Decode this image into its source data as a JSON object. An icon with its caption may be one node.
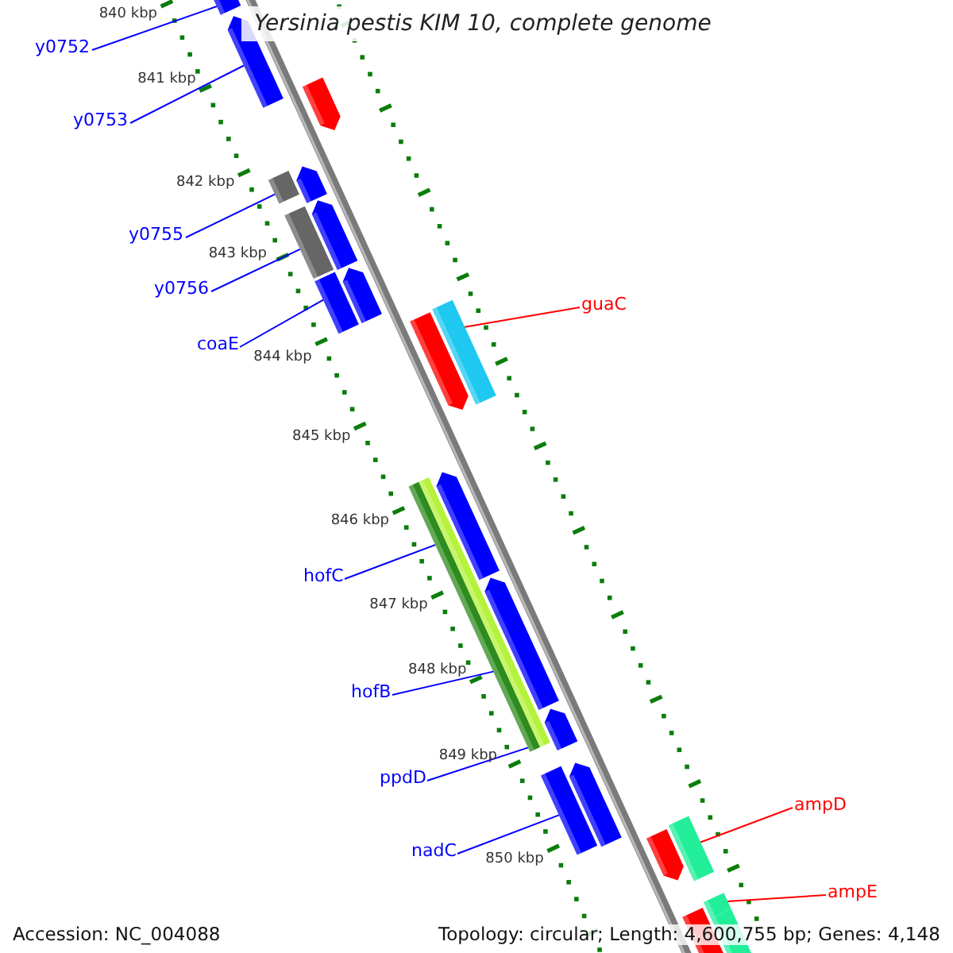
{
  "diagram": {
    "title": "Yersinia pestis KIM 10, complete genome",
    "nodes": [
      {
        "text": [
          "y0752"
        ]
      },
      {
        "text": [
          "y0753"
        ]
      },
      {
        "text": [
          "y0755"
        ]
      },
      {
        "text": [
          "y0756"
        ]
      },
      {
        "text": [
          "coaE"
        ]
      },
      {
        "text": [
          "guaC"
        ]
      },
      {
        "text": [
          "hofC"
        ]
      },
      {
        "text": [
          "hofB"
        ]
      },
      {
        "text": [
          "ppdD"
        ]
      },
      {
        "text": [
          "nadC"
        ]
      },
      {
        "text": [
          "ampD"
        ]
      },
      {
        "text": [
          "ampE"
        ]
      },
      {
        "text": [],
        "shape": "bar"
      },
      {
        "text": [],
        "shape": "bar"
      },
      {
        "text": [],
        "shape": "bar"
      },
      {
        "text": [],
        "shape": "bar"
      },
      {
        "text": [],
        "shape": "bar"
      },
      {
        "text": [],
        "shape": "bar"
      },
      {
        "text": [],
        "shape": "bar"
      },
      {
        "text": [],
        "shape": "bar"
      },
      {
        "text": [],
        "shape": "bar"
      },
      {
        "text": [],
        "shape": "bar"
      }
    ],
    "edges": [
      {
        "from": 0,
        "to": 12,
        "arrow": "none"
      },
      {
        "from": 1,
        "to": 13,
        "arrow": "none"
      },
      {
        "from": 2,
        "to": 14,
        "arrow": "none"
      },
      {
        "from": 3,
        "to": 15,
        "arrow": "none"
      },
      {
        "from": 4,
        "to": 16,
        "arrow": "none"
      },
      {
        "from": 5,
        "to": 17,
        "arrow": "none",
        "color": "#ff0000"
      },
      {
        "from": 6,
        "to": 18,
        "arrow": "none"
      },
      {
        "from": 7,
        "to": 18,
        "arrow": "none"
      },
      {
        "from": 8,
        "to": 18,
        "arrow": "none"
      },
      {
        "from": 9,
        "to": 19,
        "arrow": "none"
      },
      {
        "from": 10,
        "to": 20,
        "arrow": "none",
        "color": "#ff0000"
      },
      {
        "from": 11,
        "to": 21,
        "arrow": "none",
        "color": "#ff0000"
      }
    ],
    "labels": [
      "840 kbp",
      "841 kbp",
      "842 kbp",
      "843 kbp",
      "844 kbp",
      "845 kbp",
      "846 kbp",
      "847 kbp",
      "848 kbp",
      "849 kbp",
      "850 kbp",
      "Accession: NC_004088",
      "Topology: circular; Length: 4,600,755 bp; Genes: 4,148"
    ]
  }
}
